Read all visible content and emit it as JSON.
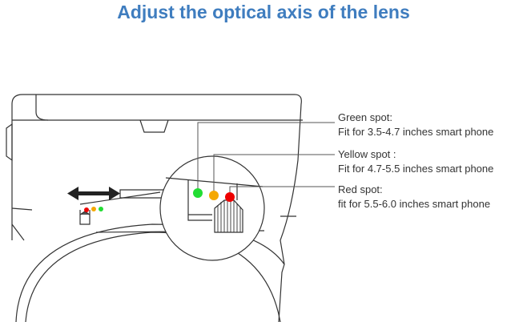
{
  "title": "Adjust the optical axis of the lens",
  "spots": [
    {
      "name": "Green spot:",
      "desc": "Fit for 3.5-4.7 inches smart phone",
      "color": "#22dd33"
    },
    {
      "name": "Yellow spot :",
      "desc": "Fit for 4.7-5.5 inches smart phone",
      "color": "#f5a800"
    },
    {
      "name": "Red spot:",
      "desc": "fit for 5.5-6.0 inches smart phone",
      "color": "#ee0000"
    }
  ]
}
